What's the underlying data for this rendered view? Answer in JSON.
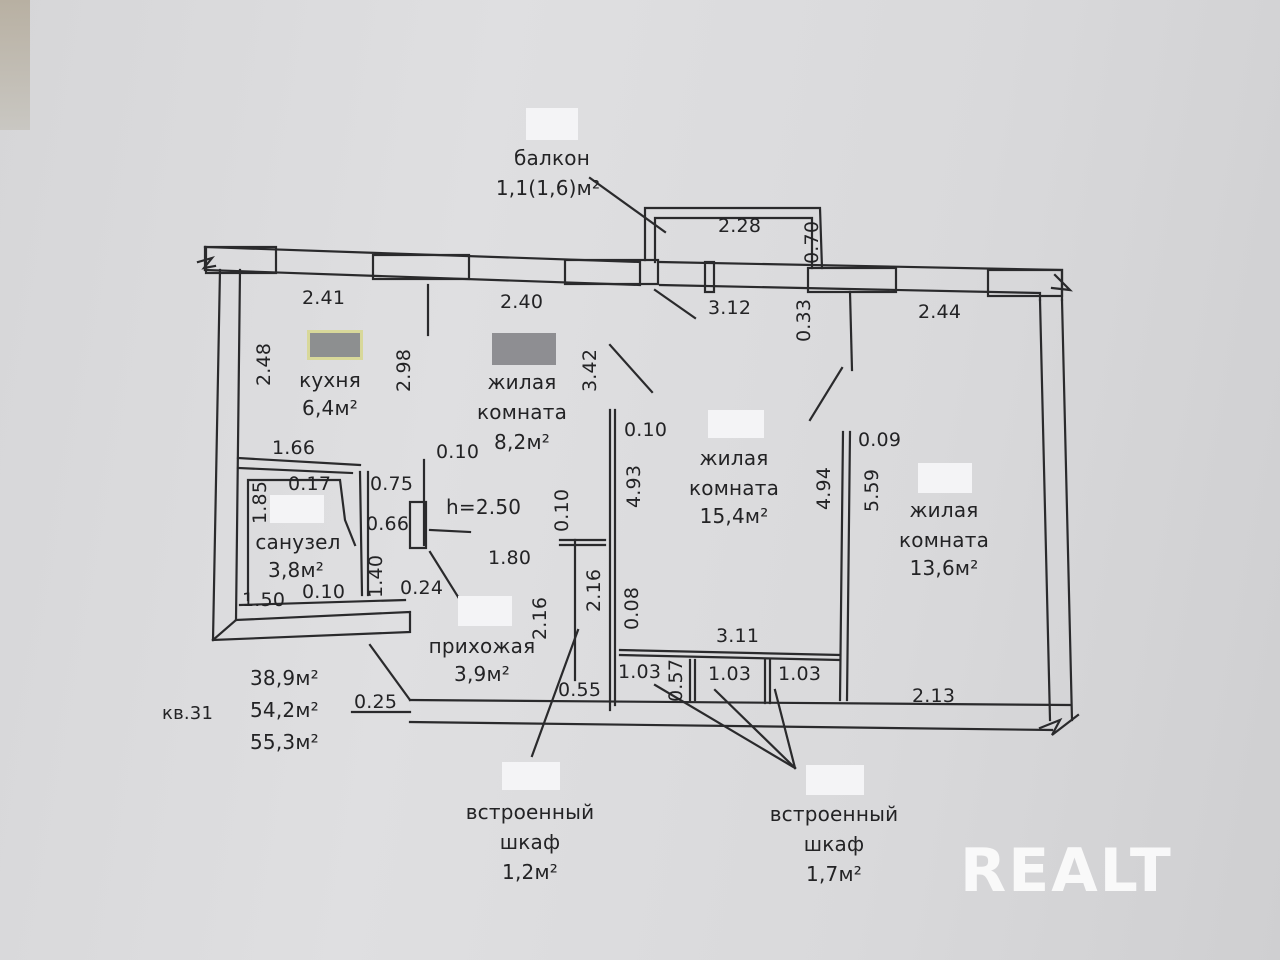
{
  "rooms": {
    "balcony": {
      "name": "балкон",
      "area": "1,1(1,6)м²"
    },
    "kitchen": {
      "name": "кухня",
      "area": "6,4м²"
    },
    "living1": {
      "name1": "жилая",
      "name2": "комната",
      "area": "8,2м²"
    },
    "living2": {
      "name1": "жилая",
      "name2": "комната",
      "area": "15,4м²"
    },
    "living3": {
      "name1": "жилая",
      "name2": "комната",
      "area": "13,6м²"
    },
    "bathroom": {
      "name": "санузел",
      "area": "3,8м²"
    },
    "hall": {
      "name": "прихожая",
      "area": "3,9м²"
    },
    "closet1": {
      "name1": "встроенный",
      "name2": "шкаф",
      "area": "1,2м²"
    },
    "closet2": {
      "name1": "встроенный",
      "name2": "шкаф",
      "area": "1,7м²"
    }
  },
  "ceiling_height": "h=2.50",
  "apartment": {
    "number": "кв.31",
    "area1": "38,9м²",
    "area2": "54,2м²",
    "area3": "55,3м²"
  },
  "dimensions": {
    "d_241": "2.41",
    "d_240": "2.40",
    "d_312": "3.12",
    "d_244": "2.44",
    "d_228": "2.28",
    "d_070": "0.70",
    "d_033": "0.33",
    "d_248": "2.48",
    "d_298": "2.98",
    "d_342": "3.42",
    "d_166": "1.66",
    "d_010a": "0.10",
    "d_010b": "0.10",
    "d_009": "0.09",
    "d_017": "0.17",
    "d_075": "0.75",
    "d_185": "1.85",
    "d_066": "0.66",
    "d_493": "4.93",
    "d_494": "4.94",
    "d_559": "5.59",
    "d_010c": "0.10",
    "d_180": "1.80",
    "d_140": "1.40",
    "d_024": "0.24",
    "d_150": "1.50",
    "d_010d": "0.10",
    "d_216a": "2.16",
    "d_216b": "2.16",
    "d_008": "0.08",
    "d_311": "3.11",
    "d_103a": "1.03",
    "d_057": "0.57",
    "d_103b": "1.03",
    "d_103c": "1.03",
    "d_213": "2.13",
    "d_055": "0.55",
    "d_025": "0.25"
  },
  "watermark": "REALT",
  "colors": {
    "line": "#2a2a2c",
    "paper": "#dcdcde",
    "redact_white": "#f4f4f6",
    "redact_grey": "#8e8e92"
  }
}
